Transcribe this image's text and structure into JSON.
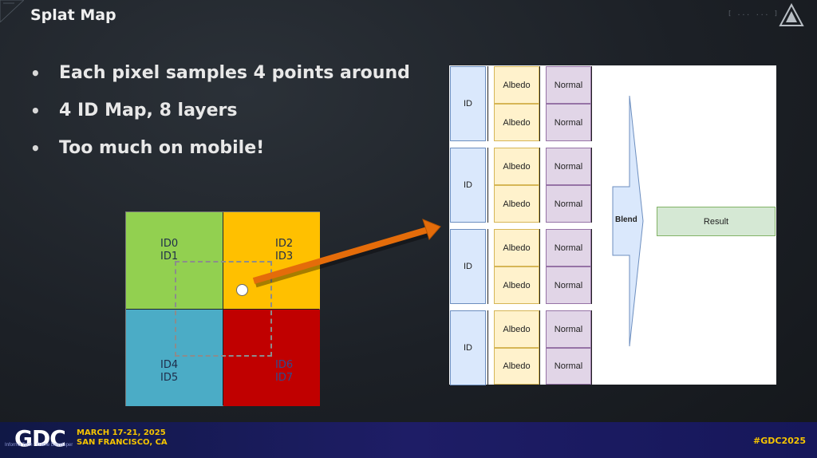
{
  "slide": {
    "title": "Splat Map",
    "top_right_text": "[ ... ... ]"
  },
  "bullets": [
    "Each pixel samples 4 points around",
    "4 ID Map, 8 layers",
    "Too much on mobile!"
  ],
  "splat_grid": {
    "cells": [
      {
        "label": "ID0\nID1",
        "color": "#92d050"
      },
      {
        "label": "ID2\nID3",
        "color": "#ffc000"
      },
      {
        "label": "ID4\nID5",
        "color": "#4bacc6"
      },
      {
        "label": "ID6\nID7",
        "color": "#c00000"
      }
    ],
    "arrow_color": "#e46c0a"
  },
  "pipeline": {
    "groups": [
      {
        "id": "ID",
        "albedo": [
          "Albedo",
          "Albedo"
        ],
        "normal": [
          "Normal",
          "Normal"
        ]
      },
      {
        "id": "ID",
        "albedo": [
          "Albedo",
          "Albedo"
        ],
        "normal": [
          "Normal",
          "Normal"
        ]
      },
      {
        "id": "ID",
        "albedo": [
          "Albedo",
          "Albedo"
        ],
        "normal": [
          "Normal",
          "Normal"
        ]
      },
      {
        "id": "ID",
        "albedo": [
          "Albedo",
          "Albedo"
        ],
        "normal": [
          "Normal",
          "Normal"
        ]
      }
    ],
    "blend_label": "Blend",
    "result_label": "Result"
  },
  "footer": {
    "logo": "GDC",
    "dates": "MARCH 17-21, 2025",
    "place": "SAN FRANCISCO, CA",
    "small_text": "Informa Tech · Game Developer",
    "hashtag": "#GDC2025"
  }
}
